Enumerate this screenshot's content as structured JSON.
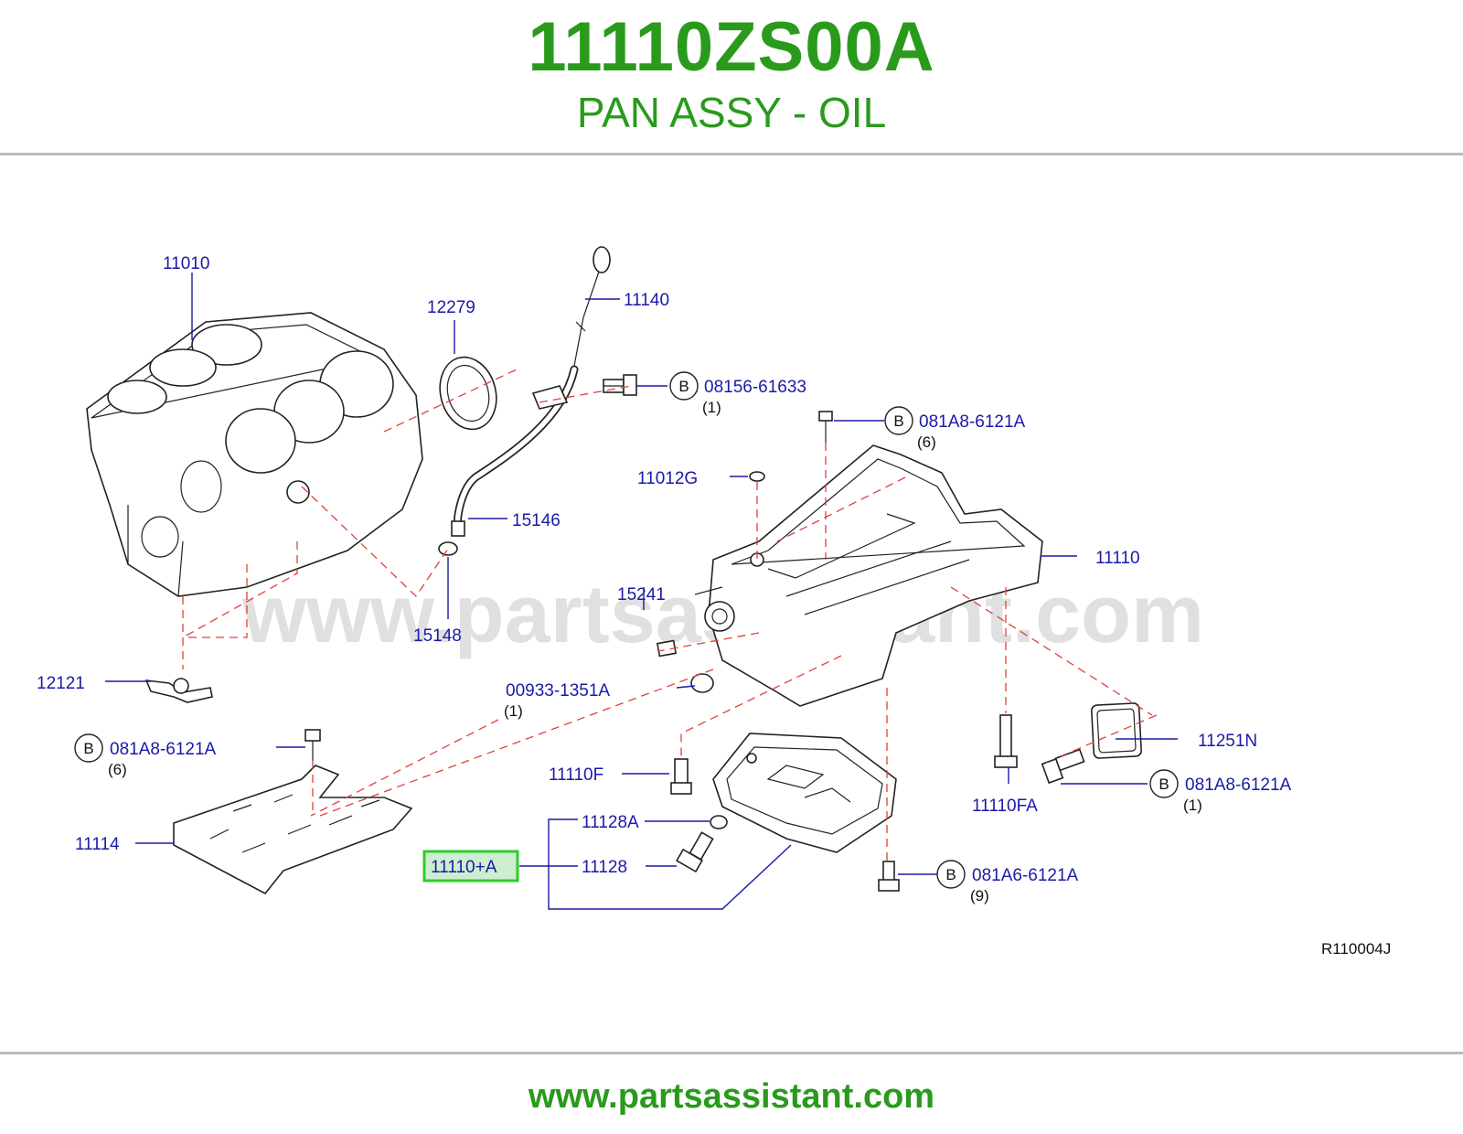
{
  "header": {
    "part_number": "11110ZS00A",
    "part_name": "PAN ASSY - OIL"
  },
  "watermark": "www.partsassistant.com",
  "footer": {
    "url": "www.partsassistant.com"
  },
  "diagram_ref": "R110004J",
  "labels": {
    "l11010": "11010",
    "l12279": "12279",
    "l11140": "11140",
    "l08156": "08156-61633",
    "l08156q": "(1)",
    "l081a8a": "081A8-6121A",
    "l081a8aq": "(6)",
    "l11012g": "11012G",
    "l15146": "15146",
    "l11110": "11110",
    "l15241": "15241",
    "l15148": "15148",
    "l12121": "12121",
    "l00933": "00933-1351A",
    "l00933q": "(1)",
    "l081a8b": "081A8-6121A",
    "l081a8bq": "(6)",
    "l11251n": "11251N",
    "l11110f": "11110F",
    "l11110fa": "11110FA",
    "l081a8c": "081A8-6121A",
    "l081a8cq": "(1)",
    "l11114": "11114",
    "l11128a": "11128A",
    "l11110a": "11110+A",
    "l11128": "11128",
    "l081a6": "081A6-6121A",
    "l081a6q": "(9)",
    "b": "B"
  }
}
